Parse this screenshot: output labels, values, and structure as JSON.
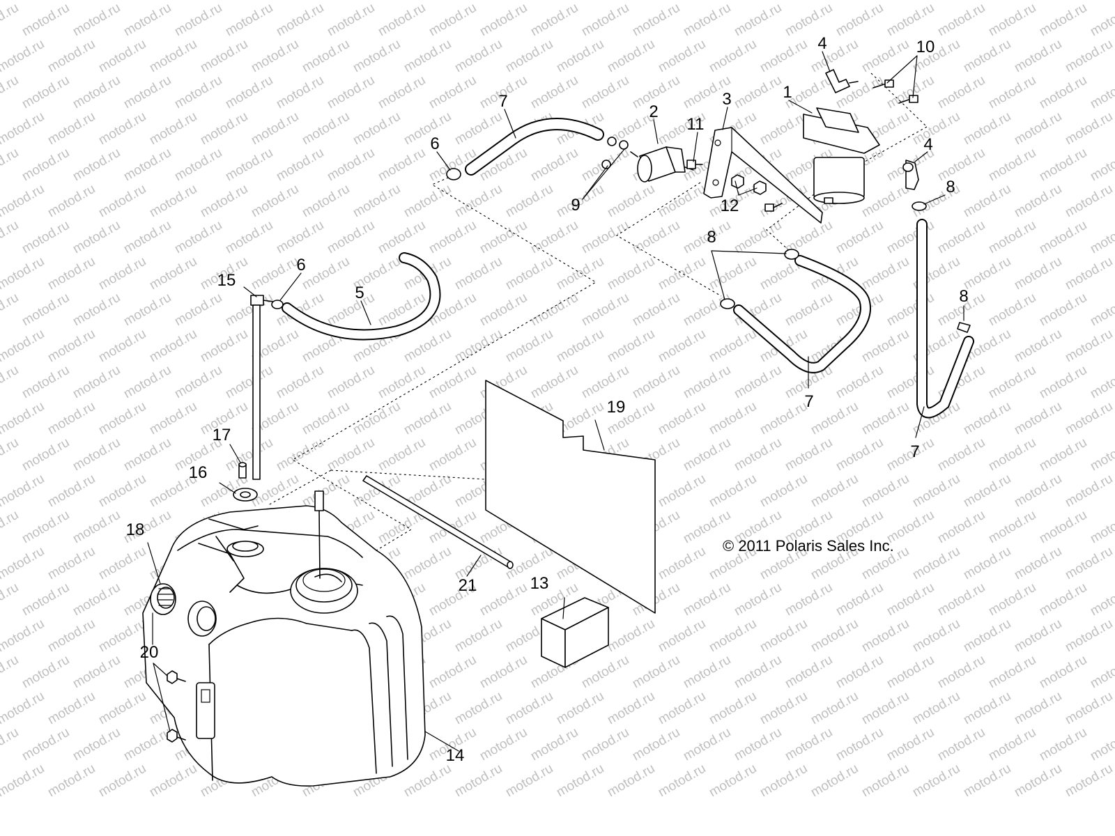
{
  "watermark": "motod.ru",
  "copyright": "© 2011 Polaris Sales Inc.",
  "callouts": {
    "c1": "1",
    "c2": "2",
    "c3": "3",
    "c4a": "4",
    "c4b": "4",
    "c5": "5",
    "c6a": "6",
    "c6b": "6",
    "c7a": "7",
    "c7b": "7",
    "c7c": "7",
    "c8a": "8",
    "c8b": "8",
    "c8c": "8",
    "c9": "9",
    "c10": "10",
    "c11": "11",
    "c12": "12",
    "c13": "13",
    "c14": "14",
    "c15": "15",
    "c16": "16",
    "c17": "17",
    "c18": "18",
    "c19": "19",
    "c20": "20",
    "c21": "21"
  }
}
